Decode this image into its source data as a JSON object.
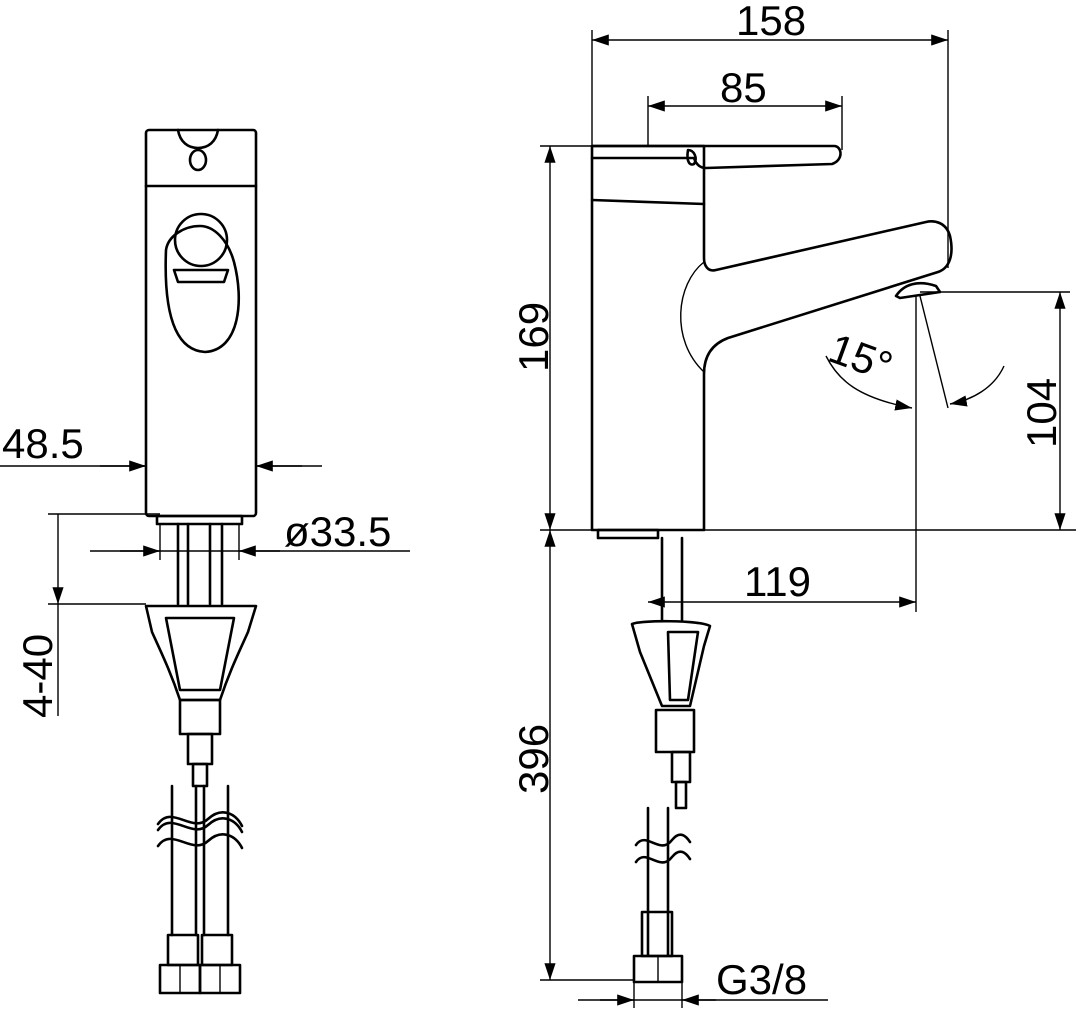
{
  "dimensions": {
    "total_length": "158",
    "handle_length": "85",
    "body_height": "169",
    "outlet_height": "104",
    "spout_angle": "15°",
    "projection": "119",
    "body_width": "48.5",
    "hole_diameter": "ø33.5",
    "deck_thickness": "4-40",
    "hose_length": "396",
    "thread": "G3/8"
  }
}
